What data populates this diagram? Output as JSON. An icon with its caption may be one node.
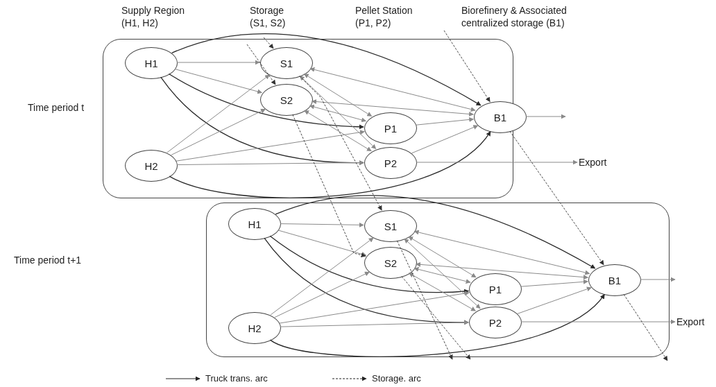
{
  "diagram": {
    "nodes": [
      {
        "text": [],
        "shape": "box"
      },
      {
        "text": [
          "H1"
        ],
        "in": 0
      },
      {
        "text": [
          "H2"
        ],
        "in": 0
      },
      {
        "text": [
          "S1"
        ],
        "in": 0
      },
      {
        "text": [
          "S2"
        ],
        "in": 0
      },
      {
        "text": [
          "P1"
        ],
        "in": 0
      },
      {
        "text": [
          "P2"
        ],
        "in": 0
      },
      {
        "text": [
          "B1"
        ],
        "in": 0
      },
      {
        "text": [
          "Export"
        ]
      },
      {
        "text": [],
        "shape": "box"
      },
      {
        "text": [
          "H1"
        ],
        "in": 9
      },
      {
        "text": [
          "H2"
        ],
        "in": 9
      },
      {
        "text": [
          "S1"
        ],
        "in": 9
      },
      {
        "text": [
          "S2"
        ],
        "in": 9
      },
      {
        "text": [
          "P1"
        ],
        "in": 9
      },
      {
        "text": [
          "P2"
        ],
        "in": 9
      },
      {
        "text": [
          "B1"
        ],
        "in": 9
      },
      {
        "text": [
          "Export"
        ]
      }
    ],
    "edges": [
      {
        "from": 1,
        "to": 3,
        "arrow": "to"
      },
      {
        "from": 1,
        "to": 4,
        "arrow": "to"
      },
      {
        "from": 1,
        "to": 5,
        "arrow": "to",
        "color": "#2a2a2a"
      },
      {
        "from": 1,
        "to": 6,
        "arrow": "to",
        "color": "#2a2a2a"
      },
      {
        "from": 1,
        "to": 7,
        "arrow": "to",
        "color": "#2a2a2a"
      },
      {
        "from": 2,
        "to": 3,
        "arrow": "to"
      },
      {
        "from": 2,
        "to": 4,
        "arrow": "to"
      },
      {
        "from": 2,
        "to": 5,
        "arrow": "to"
      },
      {
        "from": 2,
        "to": 6,
        "arrow": "to"
      },
      {
        "from": 2,
        "to": 7,
        "arrow": "to",
        "color": "#2a2a2a"
      },
      {
        "from": 3,
        "to": 5,
        "arrow": "both"
      },
      {
        "from": 3,
        "to": 6,
        "arrow": "both"
      },
      {
        "from": 4,
        "to": 5,
        "arrow": "both"
      },
      {
        "from": 4,
        "to": 6,
        "arrow": "both"
      },
      {
        "from": 3,
        "to": 7,
        "arrow": "both"
      },
      {
        "from": 4,
        "to": 7,
        "arrow": "both"
      },
      {
        "from": 5,
        "to": 7,
        "arrow": "to"
      },
      {
        "from": 6,
        "to": 7,
        "arrow": "to"
      },
      {
        "from": 7,
        "to": null,
        "arrow": "to"
      },
      {
        "from": 6,
        "to": 8,
        "arrow": "to"
      },
      {
        "from": 10,
        "to": 12,
        "arrow": "to"
      },
      {
        "from": 10,
        "to": 13,
        "arrow": "to"
      },
      {
        "from": 10,
        "to": 14,
        "arrow": "to",
        "color": "#2a2a2a"
      },
      {
        "from": 10,
        "to": 15,
        "arrow": "to",
        "color": "#2a2a2a"
      },
      {
        "from": 10,
        "to": 16,
        "arrow": "to",
        "color": "#2a2a2a"
      },
      {
        "from": 11,
        "to": 12,
        "arrow": "to"
      },
      {
        "from": 11,
        "to": 13,
        "arrow": "to"
      },
      {
        "from": 11,
        "to": 14,
        "arrow": "to"
      },
      {
        "from": 11,
        "to": 15,
        "arrow": "to"
      },
      {
        "from": 11,
        "to": 16,
        "arrow": "to",
        "color": "#2a2a2a"
      },
      {
        "from": 12,
        "to": 14,
        "arrow": "both"
      },
      {
        "from": 12,
        "to": 15,
        "arrow": "both"
      },
      {
        "from": 13,
        "to": 14,
        "arrow": "both"
      },
      {
        "from": 13,
        "to": 15,
        "arrow": "both"
      },
      {
        "from": 12,
        "to": 16,
        "arrow": "both"
      },
      {
        "from": 13,
        "to": 16,
        "arrow": "both"
      },
      {
        "from": 14,
        "to": 16,
        "arrow": "to"
      },
      {
        "from": 15,
        "to": 16,
        "arrow": "to"
      },
      {
        "from": 16,
        "to": null,
        "arrow": "to"
      },
      {
        "from": 15,
        "to": 17,
        "arrow": "to"
      },
      {
        "from": null,
        "to": 3,
        "arrow": "to",
        "style": "dashed"
      },
      {
        "from": null,
        "to": 4,
        "arrow": "to",
        "style": "dashed"
      },
      {
        "from": null,
        "to": 7,
        "arrow": "to",
        "style": "dashed"
      },
      {
        "from": 3,
        "to": 12,
        "arrow": "to",
        "style": "dashed"
      },
      {
        "from": 4,
        "to": 13,
        "arrow": "to",
        "style": "dashed"
      },
      {
        "from": 7,
        "to": 16,
        "arrow": "to",
        "style": "dashed"
      },
      {
        "from": 12,
        "to": null,
        "arrow": "to",
        "style": "dashed"
      },
      {
        "from": 13,
        "to": null,
        "arrow": "to",
        "style": "dashed"
      },
      {
        "from": 16,
        "to": null,
        "arrow": "to",
        "style": "dashed"
      }
    ],
    "labels": [
      "Supply Region (H1, H2)",
      "Storage (S1, S2)",
      "Pellet Station (P1, P2)",
      "Biorefinery & Associated centralized storage (B1)",
      "Time period t",
      "Time period t+1"
    ],
    "legend": [
      {
        "text": "Truck trans. arc"
      },
      {
        "text": "Storage. arc"
      }
    ]
  }
}
